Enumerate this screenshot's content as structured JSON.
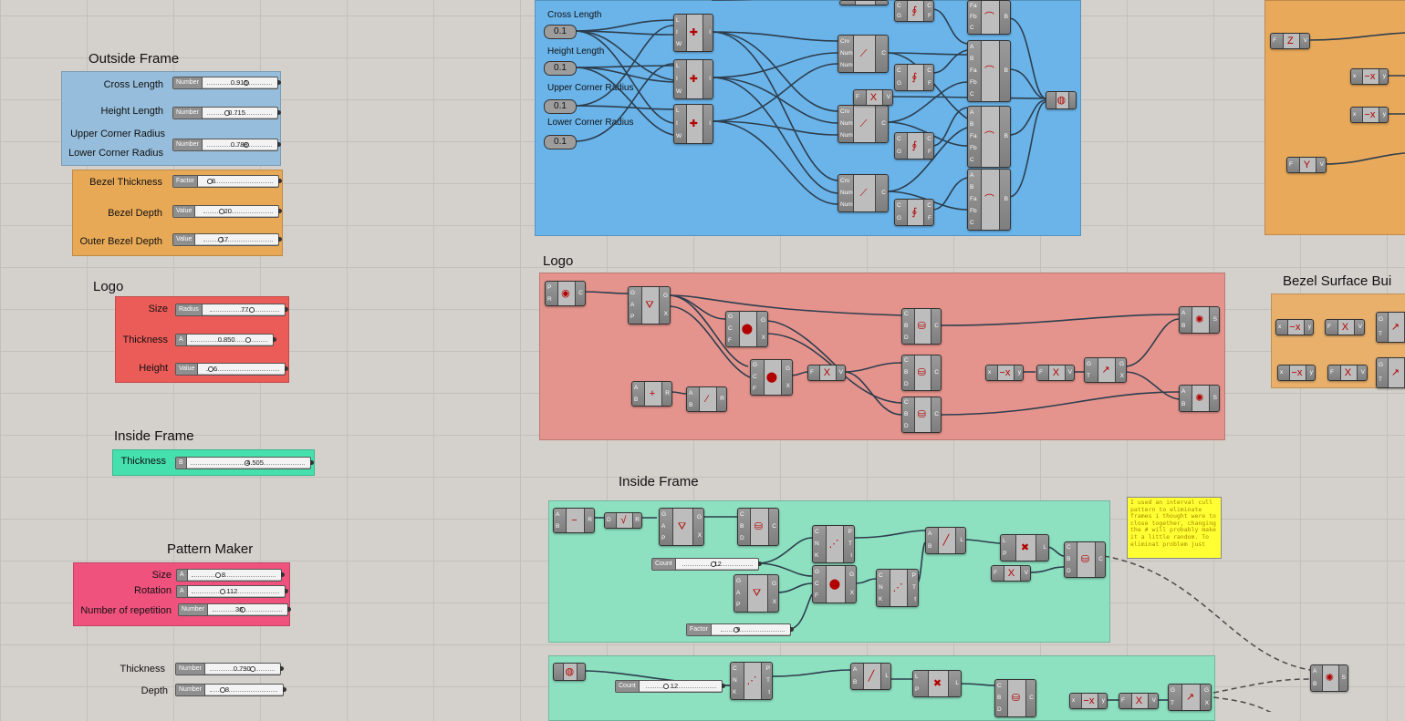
{
  "left_panel": {
    "outside_frame": {
      "title": "Outside Frame",
      "rows": [
        {
          "label": "Cross Length",
          "tag": "Number",
          "value": "0.915"
        },
        {
          "label": "Height Length",
          "tag": "Number",
          "value": "0.715"
        },
        {
          "label": "Upper Corner Radius",
          "tag": "",
          "value": ""
        },
        {
          "label": "Lower Corner Radius",
          "tag": "Number",
          "value": "0.788"
        }
      ]
    },
    "bezel": {
      "rows": [
        {
          "label": "Bezel Thickness",
          "tag": "Factor",
          "value": "8"
        },
        {
          "label": "Bezel Depth",
          "tag": "Value",
          "value": "20"
        },
        {
          "label": "Outer Bezel Depth",
          "tag": "Value",
          "value": "17"
        }
      ]
    },
    "logo": {
      "title": "Logo",
      "rows": [
        {
          "label": "Size",
          "tag": "Radius",
          "value": "77"
        },
        {
          "label": "Thickness",
          "tag": "A",
          "value": "0.850"
        },
        {
          "label": "Height",
          "tag": "Value",
          "value": "6"
        }
      ]
    },
    "inside_frame": {
      "title": "Inside Frame",
      "rows": [
        {
          "label": "Thickness",
          "tag": "B",
          "value": "4.505"
        }
      ]
    },
    "pattern_maker": {
      "title": "Pattern Maker",
      "rows": [
        {
          "label": "Size",
          "tag": "A",
          "value": "8"
        },
        {
          "label": "Rotation",
          "tag": "A",
          "value": "112"
        },
        {
          "label": "Number of repetition",
          "tag": "Number",
          "value": "36"
        }
      ]
    },
    "extra": {
      "rows": [
        {
          "label": "Thickness",
          "tag": "Number",
          "value": "0.790"
        },
        {
          "label": "Depth",
          "tag": "Number",
          "value": "8"
        }
      ]
    }
  },
  "canvas": {
    "blue_group": {
      "labels": [
        "Cross Length",
        "Height Length",
        "Upper Corner Radius",
        "Lower Corner Radius"
      ],
      "pill_value": "0.1"
    },
    "logo_group": {
      "title": "Logo"
    },
    "inside_group": {
      "title": "Inside Frame",
      "count1_tag": "Count",
      "count1_value": "12",
      "factor_tag": "Factor",
      "factor_value": "9",
      "note": "I used an interval cull pattern to eliminate frames i thought were to close together, changing the # will probably make it a little random. To eliminat problem just"
    },
    "lower_group": {
      "count_tag": "Count",
      "count_value": "12"
    },
    "bezel_surface": {
      "title": "Bezel Surface Bui"
    }
  },
  "colors": {
    "blue": "#6ab4ea",
    "orange": "#eaa95a",
    "red": "#e86562",
    "salmon": "#e5948d",
    "green": "#70e0b0",
    "pink": "#f0527e",
    "note": "#ffff33"
  }
}
